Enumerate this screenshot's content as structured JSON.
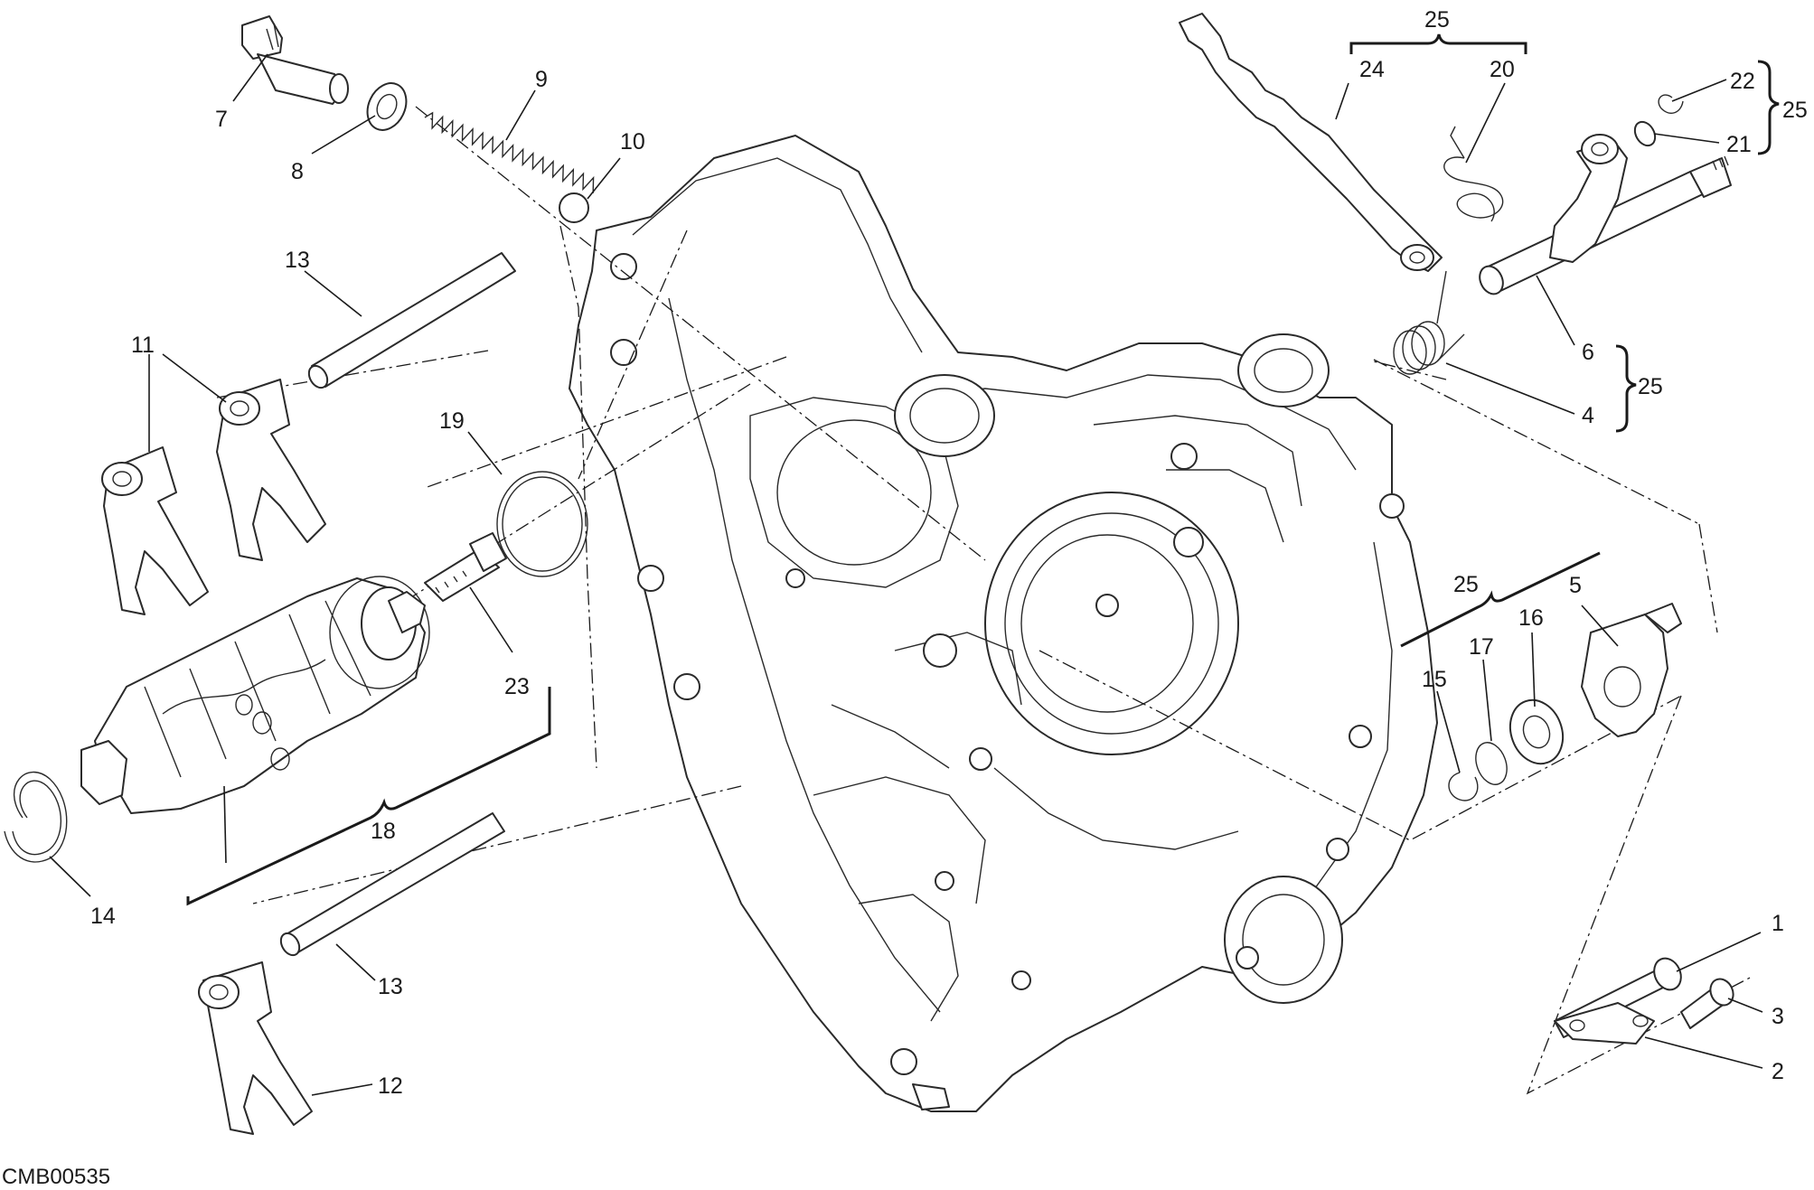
{
  "drawing_code": "CMB00535",
  "callouts": [
    "1",
    "2",
    "3",
    "4",
    "5",
    "6",
    "7",
    "8",
    "9",
    "10",
    "11",
    "12",
    "13",
    "13",
    "14",
    "15",
    "16",
    "17",
    "18",
    "19",
    "20",
    "21",
    "22",
    "23",
    "24",
    "25",
    "25",
    "25",
    "25"
  ]
}
